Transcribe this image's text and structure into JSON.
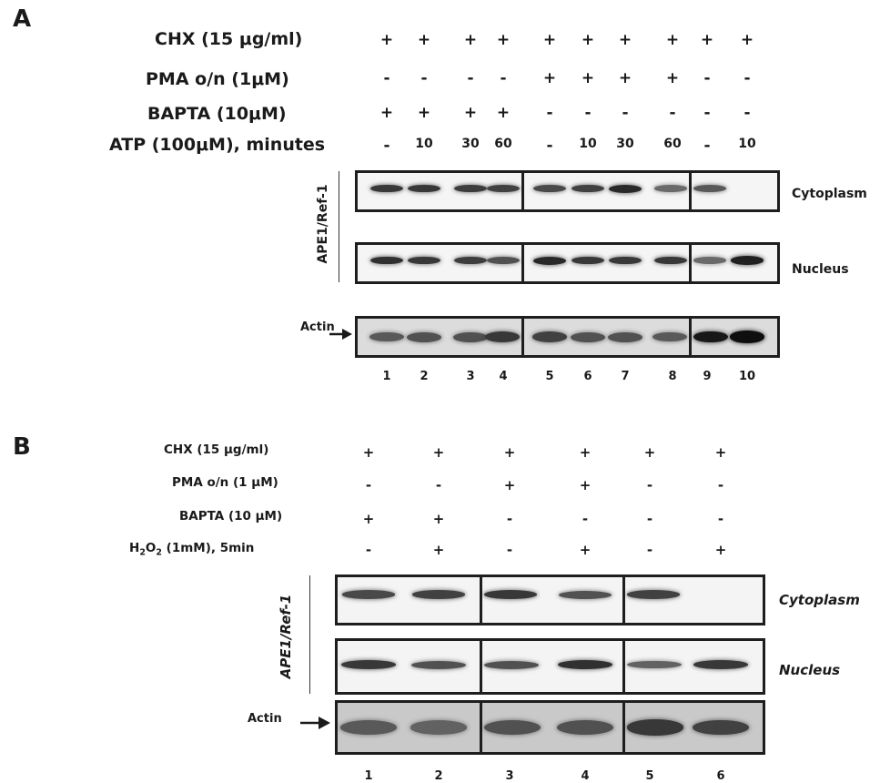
{
  "panel_a": {
    "letter": "A",
    "rows": [
      {
        "label": "CHX (15 μg/ml)",
        "cells": [
          "+",
          "+",
          "+",
          "+",
          "+",
          "+",
          "+",
          "+",
          "+",
          "+"
        ]
      },
      {
        "label": "PMA o/n (1μM)",
        "cells": [
          "-",
          "-",
          "-",
          "-",
          "+",
          "+",
          "+",
          "+",
          "-",
          "-"
        ]
      },
      {
        "label": "BAPTA (10μM)",
        "cells": [
          "+",
          "+",
          "+",
          "+",
          "-",
          "-",
          "-",
          "-",
          "-",
          "-"
        ]
      },
      {
        "label": "ATP (100μM), minutes",
        "cells": [
          "-",
          "10",
          "30",
          "60",
          "-",
          "10",
          "30",
          "60",
          "-",
          "10"
        ]
      }
    ],
    "vertical_label": "APE1/Ref-1",
    "compartments": [
      "Cytoplasm",
      "Nucleus"
    ],
    "actin_label": "Actin",
    "lanes": [
      "1",
      "2",
      "3",
      "4",
      "5",
      "6",
      "7",
      "8",
      "9",
      "10"
    ]
  },
  "panel_b": {
    "letter": "B",
    "rows": [
      {
        "label": "CHX (15 μg/ml)",
        "cells": [
          "+",
          "+",
          "+",
          "+",
          "+",
          "+"
        ]
      },
      {
        "label": "PMA o/n  (1 μM)",
        "cells": [
          "-",
          "-",
          "+",
          "+",
          "-",
          "-"
        ]
      },
      {
        "label": "BAPTA (10 μM)",
        "cells": [
          "+",
          "+",
          "-",
          "-",
          "-",
          "-"
        ]
      },
      {
        "label": "H2O2 (1mM), 5min",
        "cells": [
          "-",
          "+",
          "-",
          "+",
          "-",
          "+"
        ]
      }
    ],
    "h2o2_parts": {
      "pre": "H",
      "sub1": "2",
      "mid": "O",
      "sub2": "2",
      "post": " (1mM), 5min"
    },
    "vertical_label": "APE1/Ref-1",
    "compartments": [
      "Cytoplasm",
      "Nucleus"
    ],
    "actin_label": "Actin",
    "lanes": [
      "1",
      "2",
      "3",
      "4",
      "5",
      "6"
    ]
  },
  "band_intensity": {
    "panel_a_cytoplasm": [
      0.75,
      0.75,
      0.72,
      0.7,
      0.65,
      0.7,
      0.85,
      0.45,
      0.55,
      0.0
    ],
    "panel_a_nucleus": [
      0.8,
      0.75,
      0.72,
      0.6,
      0.85,
      0.75,
      0.75,
      0.75,
      0.45,
      0.9
    ],
    "panel_a_actin": [
      0.55,
      0.6,
      0.6,
      0.75,
      0.7,
      0.6,
      0.6,
      0.55,
      0.95,
      1.0
    ],
    "panel_b_cytoplasm": [
      0.65,
      0.7,
      0.75,
      0.6,
      0.7,
      0.0
    ],
    "panel_b_nucleus": [
      0.75,
      0.6,
      0.6,
      0.8,
      0.5,
      0.75
    ],
    "panel_b_actin": [
      0.55,
      0.5,
      0.6,
      0.6,
      0.75,
      0.7
    ]
  },
  "colors": {
    "band": "#1a1a1a",
    "border": "#1e1e1e",
    "text": "#1a1a1a"
  }
}
